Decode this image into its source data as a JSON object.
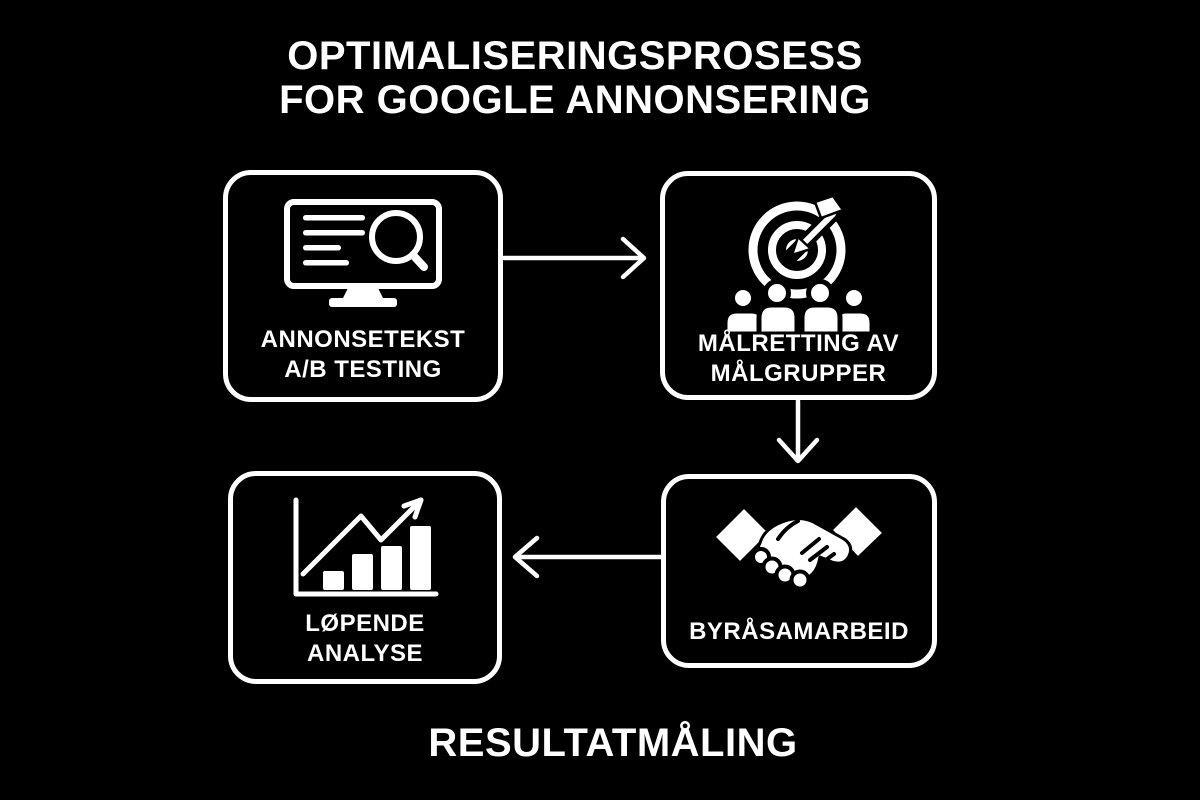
{
  "title": {
    "line1": "OPTIMALISERINGSPROSESS",
    "line2": "FOR GOOGLE ANNONSERING"
  },
  "steps": [
    {
      "id": "annonsetekst-ab-testing",
      "icon": "monitor-search-icon",
      "label_lines": [
        "ANNONSETEKST",
        "A/B TESTING"
      ]
    },
    {
      "id": "malretting-av-malgrupper",
      "icon": "target-audience-icon",
      "label_lines": [
        "MÅLRETTING AV",
        "MÅLGRUPPER"
      ]
    },
    {
      "id": "byrasamarbeid",
      "icon": "handshake-icon",
      "label_lines": [
        "BYRÅSAMARBEID"
      ]
    },
    {
      "id": "lopende-analyse",
      "icon": "growth-chart-icon",
      "label_lines": [
        "LØPENDE",
        "ANALYSE"
      ]
    }
  ],
  "arrows": [
    {
      "id": "ab-testing-to-targeting",
      "direction": "right"
    },
    {
      "id": "targeting-to-agency",
      "direction": "down"
    },
    {
      "id": "agency-to-analysis",
      "direction": "left"
    }
  ],
  "footer": {
    "label": "RESULTATMÅLING"
  },
  "colors": {
    "background": "#000000",
    "foreground": "#ffffff"
  }
}
